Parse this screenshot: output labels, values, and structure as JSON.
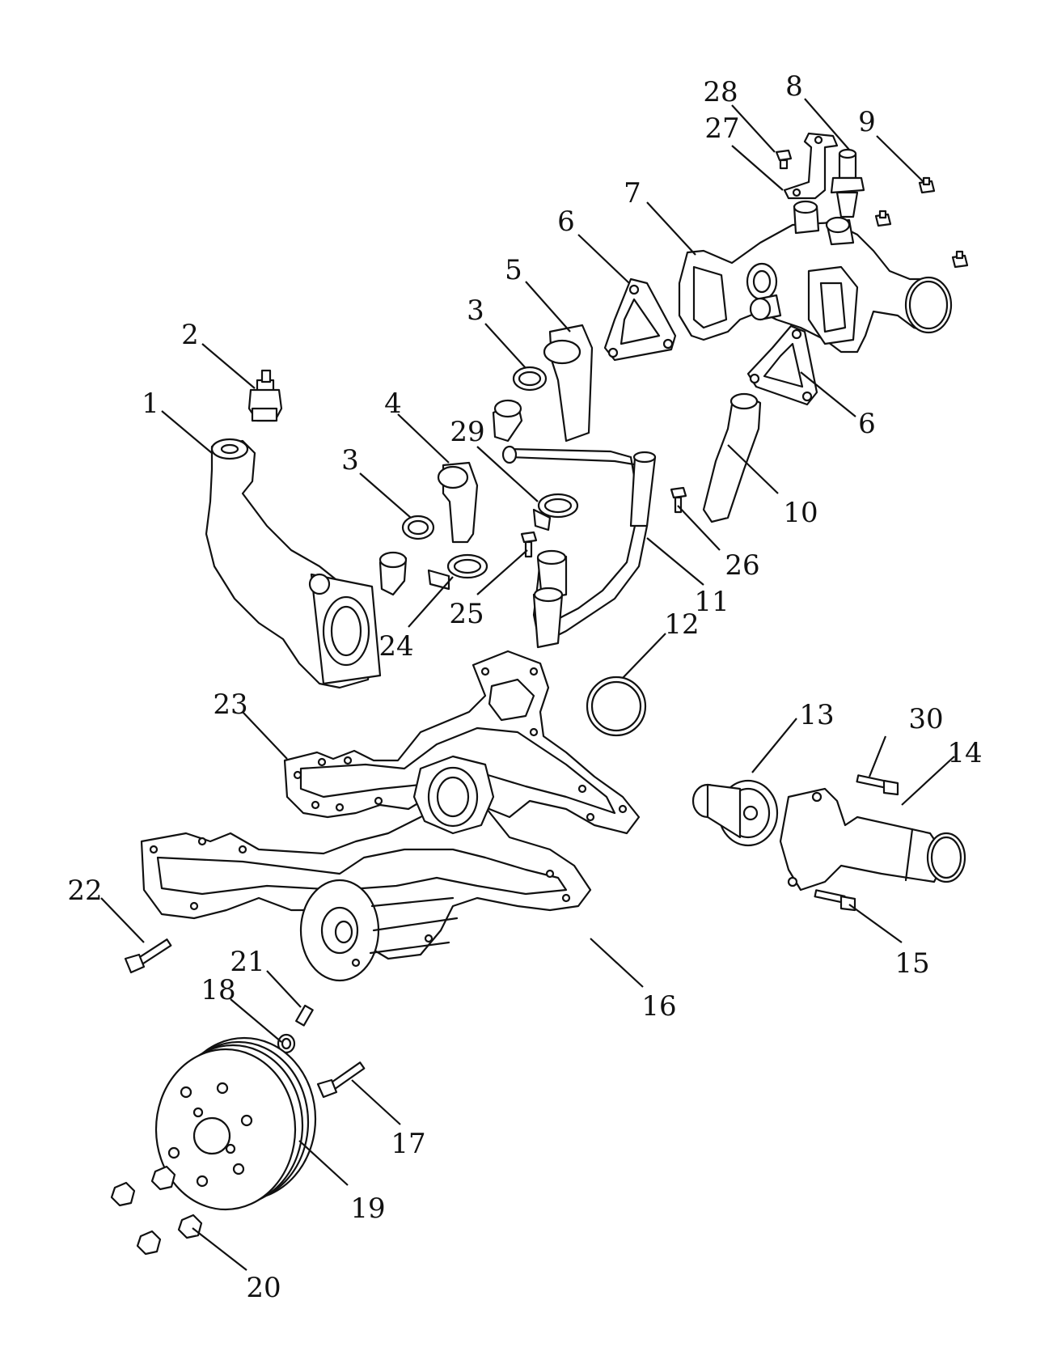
{
  "colors": {
    "line": "#111111",
    "background": "#ffffff"
  },
  "callouts": [
    {
      "id": "c1",
      "label": "1"
    },
    {
      "id": "c2",
      "label": "2"
    },
    {
      "id": "c3a",
      "label": "3"
    },
    {
      "id": "c3b",
      "label": "3"
    },
    {
      "id": "c4",
      "label": "4"
    },
    {
      "id": "c5",
      "label": "5"
    },
    {
      "id": "c6a",
      "label": "6"
    },
    {
      "id": "c6b",
      "label": "6"
    },
    {
      "id": "c7",
      "label": "7"
    },
    {
      "id": "c8",
      "label": "8"
    },
    {
      "id": "c9",
      "label": "9"
    },
    {
      "id": "c10",
      "label": "10"
    },
    {
      "id": "c11",
      "label": "11"
    },
    {
      "id": "c12",
      "label": "12"
    },
    {
      "id": "c13",
      "label": "13"
    },
    {
      "id": "c14",
      "label": "14"
    },
    {
      "id": "c15",
      "label": "15"
    },
    {
      "id": "c16",
      "label": "16"
    },
    {
      "id": "c17",
      "label": "17"
    },
    {
      "id": "c18",
      "label": "18"
    },
    {
      "id": "c19",
      "label": "19"
    },
    {
      "id": "c20",
      "label": "20"
    },
    {
      "id": "c21",
      "label": "21"
    },
    {
      "id": "c22",
      "label": "22"
    },
    {
      "id": "c23",
      "label": "23"
    },
    {
      "id": "c24",
      "label": "24"
    },
    {
      "id": "c25",
      "label": "25"
    },
    {
      "id": "c26",
      "label": "26"
    },
    {
      "id": "c27",
      "label": "27"
    },
    {
      "id": "c28",
      "label": "28"
    },
    {
      "id": "c29",
      "label": "29"
    },
    {
      "id": "c30",
      "label": "30"
    }
  ]
}
